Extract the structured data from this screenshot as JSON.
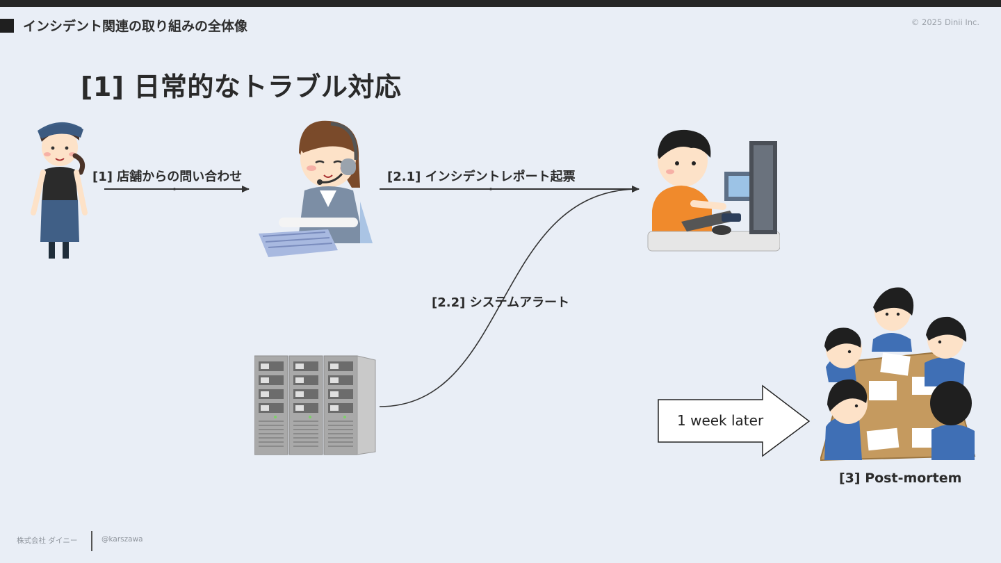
{
  "header": {
    "section_title": "インシデント関連の取り組みの全体像",
    "copyright": "© 2025 Dinii Inc."
  },
  "slide": {
    "title": "[1] 日常的なトラブル対応"
  },
  "flow": {
    "step1_label": "[1] 店舗からの問い合わせ",
    "step21_label": "[2.1] インシデントレポート起票",
    "step22_label": "[2.2] システムアラート",
    "later_label": "1 week later",
    "step3_label": "[3] Post-mortem"
  },
  "illustrations": {
    "staff": "store-staff-illustration",
    "operator": "call-center-operator-illustration",
    "engineer": "engineer-at-computer-illustration",
    "servers": "server-rack-illustration",
    "meeting": "team-meeting-illustration"
  },
  "colors": {
    "background": "#e9eef6",
    "text": "#2b2b2b",
    "arrow": "#333333"
  },
  "footer": {
    "company": "株式会社 ダイニー",
    "handle": "@karszawa"
  }
}
